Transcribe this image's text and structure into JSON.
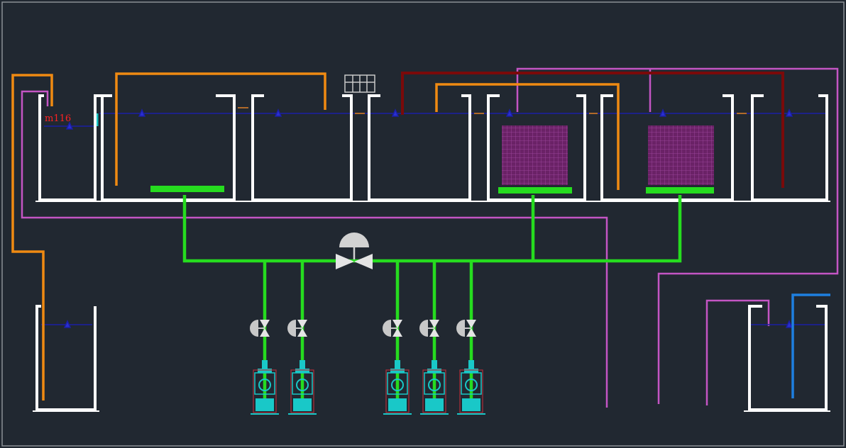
{
  "drawing": {
    "tag_label": "m116",
    "colors": {
      "background": "#212831",
      "frame": "#8a8f96",
      "tank_wall": "#ffffff",
      "water_line": "#1b1fa6",
      "air_pipe": "#26dc1f",
      "orange_pipe": "#f08a12",
      "dark_red_pipe": "#7a0a0a",
      "magenta_pipe": "#c455c4",
      "blue_pipe": "#1e7fe0",
      "membrane": "#7a2a7a",
      "blower": "#19c8c8",
      "valve": "#c8c8c8",
      "tag_text": "#ff2222"
    }
  },
  "tanks": [
    {
      "name": "tank-1",
      "kind": "process"
    },
    {
      "name": "tank-2",
      "kind": "process"
    },
    {
      "name": "tank-3",
      "kind": "process"
    },
    {
      "name": "tank-4",
      "kind": "membrane"
    },
    {
      "name": "tank-5",
      "kind": "membrane"
    },
    {
      "name": "tank-6",
      "kind": "process"
    },
    {
      "name": "tank-7",
      "kind": "outlet"
    },
    {
      "name": "tank-8",
      "kind": "inlet"
    }
  ],
  "blowers": [
    {
      "name": "blower-1"
    },
    {
      "name": "blower-2"
    },
    {
      "name": "blower-3"
    },
    {
      "name": "blower-4"
    },
    {
      "name": "blower-5"
    }
  ]
}
